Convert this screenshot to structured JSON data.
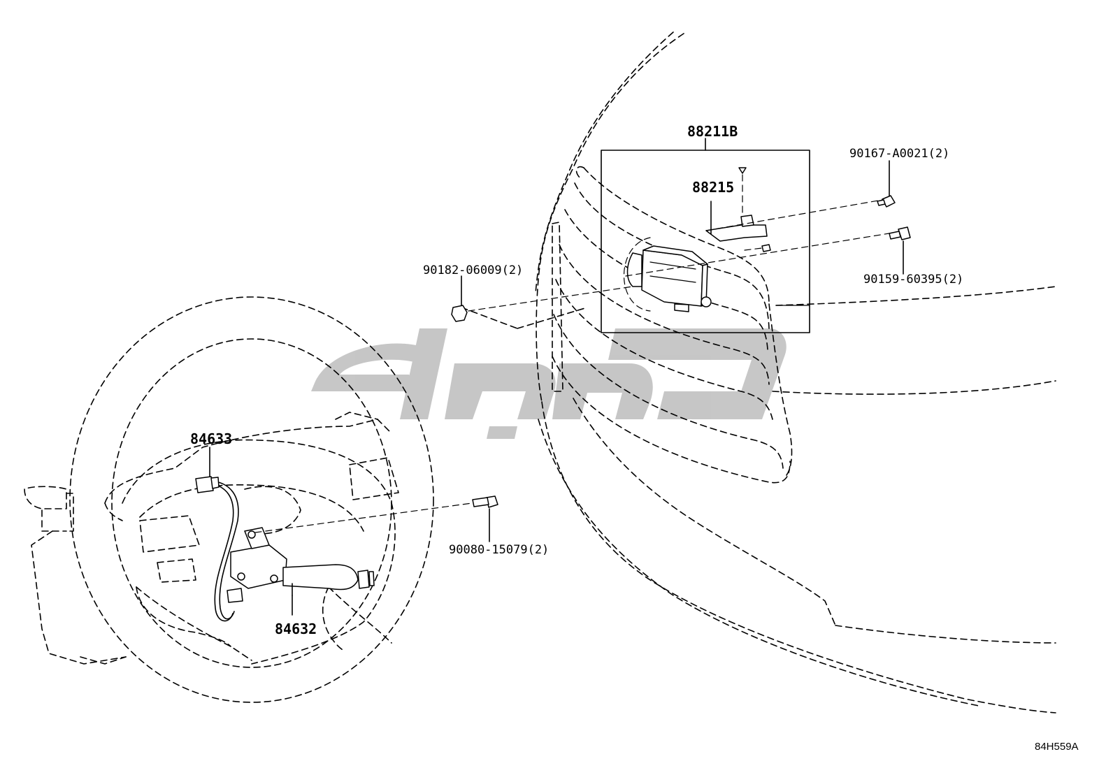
{
  "parts": {
    "p88211B": "88211B",
    "p88215": "88215",
    "p90167": "90167-A0021(2)",
    "p90159": "90159-60395(2)",
    "p90182": "90182-06009(2)",
    "p84633": "84633",
    "p84632": "84632",
    "p90080": "90080-15079(2)"
  },
  "diagram_ref": "84H559A",
  "colors": {
    "watermark": "#c4c4c4",
    "line": "#000000"
  }
}
